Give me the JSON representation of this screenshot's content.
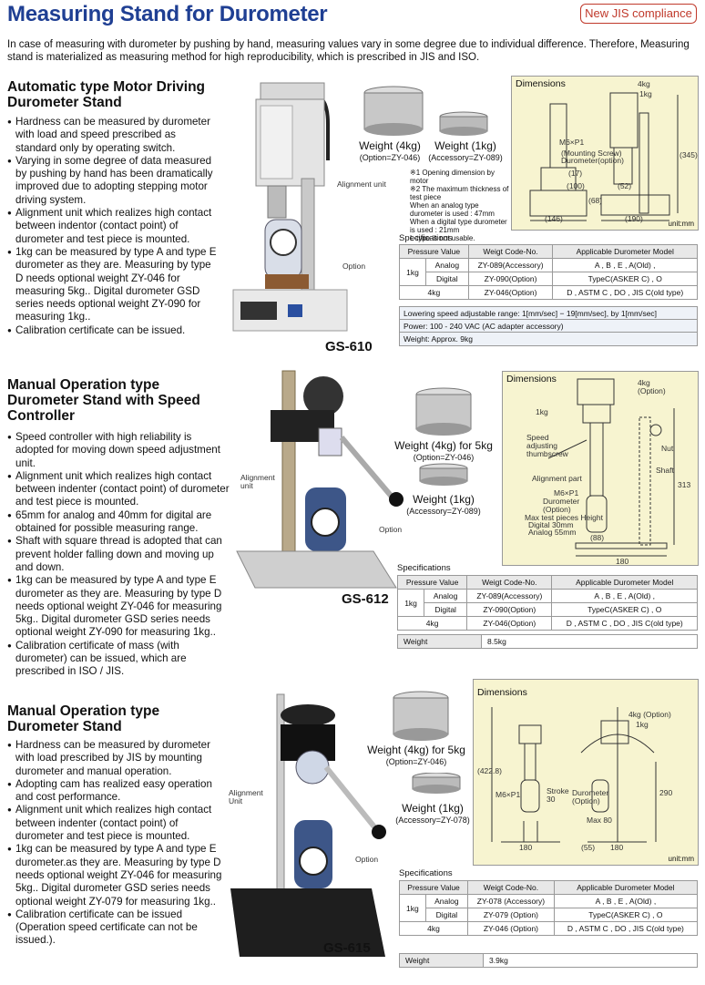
{
  "header": {
    "title": "Measuring Stand for Durometer",
    "badge": "New JIS compliance",
    "intro": "In case of measuring with durometer by pushing by hand, measuring values vary in some degree due to individual difference. Therefore, Measuring stand is materialized as measuring method for high reproducibility, which is prescribed in JIS and ISO."
  },
  "sections": [
    {
      "title": "Automatic type Motor Driving Durometer Stand",
      "model": "GS-610",
      "bullets": [
        "Hardness can be measured by durometer with load and speed prescribed as standard only by operating switch.",
        "Varying in some degree of data measured by pushing by hand has been dramatically improved due to adopting stepping motor driving system.",
        "Alignment unit which realizes high contact between indentor (contact point) of durometer and test piece is mounted.",
        "1kg can be measured by type A and type E durometer as they are. Measuring by type D needs optional weight ZY-046 for measuring 5kg.. Digital durometer GSD series needs optional weight ZY-090 for measuring 1kg..",
        "Calibration certificate can be issued."
      ],
      "weight_big": {
        "label": "Weight (4kg)",
        "sub": "(Option=ZY-046)"
      },
      "weight_small": {
        "label": "Weight (1kg)",
        "sub": "(Accessory=ZY-089)"
      },
      "callouts": {
        "align": "Alignment unit",
        "option": "Option"
      },
      "notes": [
        "※1 Opening dimension by motor",
        "※2 The maximum thickness of test piece",
        "When an analog type durometer is used : 47mm",
        "When a digital type durometer is used : 21mm",
        "L-type is not usable."
      ],
      "dims": {
        "title": "Dimensions",
        "unit": "unit:mm",
        "labels": [
          "4kg",
          "1kg",
          "M6×P1",
          "(Mounting Screw)",
          "Durometer(option)",
          "(17)",
          "(100)",
          "(68)",
          "(52)",
          "(345)",
          "(146)",
          "(190)"
        ]
      },
      "spec_label": "Specifications",
      "spec": {
        "headers": [
          "Pressure Value",
          "Weigt Code-No.",
          "Applicable Durometer Model"
        ],
        "rows": [
          {
            "load": "1kg",
            "type": "Analog",
            "code": "ZY-089(Accessory)",
            "model": "A , B , E , A(Old) ,"
          },
          {
            "type": "Digital",
            "code": "ZY-090(Option)",
            "model": "TypeC(ASKER C) , O"
          },
          {
            "load": "4kg",
            "code": "ZY-046(Option)",
            "model": "D , ASTM C , DO , JIS C(old type)"
          }
        ]
      },
      "extra": [
        "Lowering speed adjustable range: 1[mm/sec] − 19[mm/sec], by 1[mm/sec]",
        "Power: 100 - 240 VAC (AC adapter accessory)",
        "Weight: Approx. 9kg"
      ]
    },
    {
      "title": "Manual Operation type Durometer Stand with Speed Controller",
      "model": "GS-612",
      "bullets": [
        "Speed controller with high reliability is adopted for moving down speed adjustment unit.",
        "Alignment unit which realizes high contact between indenter (contact point) of durometer and test piece is mounted.",
        "65mm for analog and 40mm for digital are obtained for possible measuring range.",
        "Shaft with square thread is adopted that can prevent holder falling down and moving up and down.",
        "1kg can be measured by type A and type E durometer as they are. Measuring by type D needs optional weight ZY-046 for measuring 5kg.. Digital durometer GSD series needs optional weight ZY-090 for measuring 1kg..",
        "Calibration certificate of mass (with durometer) can be issued, which are prescribed in ISO / JIS."
      ],
      "weight_big": {
        "label": "Weight (4kg) for 5kg",
        "sub": "(Option=ZY-046)"
      },
      "weight_small": {
        "label": "Weight (1kg)",
        "sub": "(Accessory=ZY-089)"
      },
      "callouts": {
        "align": "Alignment unit",
        "option": "Option"
      },
      "dims": {
        "title": "Dimensions",
        "unit": "",
        "labels": [
          "4kg",
          "(Option)",
          "1kg",
          "Speed adjusting thumbscrew",
          "Nut",
          "Alignment part",
          "Shaft",
          "M6×P1",
          "Durometer (Option)",
          "Max test pieces Height",
          "Digital  30mm",
          "Analog  55mm",
          "(88)",
          "180",
          "313"
        ]
      },
      "spec_label": "Specifications",
      "spec": {
        "headers": [
          "Pressure Value",
          "Weigt Code-No.",
          "Applicable Durometer Model"
        ],
        "rows": [
          {
            "load": "1kg",
            "type": "Analog",
            "code": "ZY-089(Accessory)",
            "model": "A , B , E , A(Old) ,"
          },
          {
            "type": "Digital",
            "code": "ZY-090(Option)",
            "model": "TypeC(ASKER C) , O"
          },
          {
            "load": "4kg",
            "code": "ZY-046(Option)",
            "model": "D , ASTM C , DO , JIS C(old type)"
          }
        ]
      },
      "weight": {
        "label": "Weight",
        "value": "8.5kg"
      }
    },
    {
      "title": "Manual Operation type Durometer Stand",
      "model": "GS-615",
      "bullets": [
        "Hardness can be measured by durometer with load prescribed by JIS by mounting durometer and manual operation.",
        "Adopting cam has realized easy operation and cost performance.",
        "Alignment unit which realizes high contact between indenter (contact point) of durometer and test piece is mounted.",
        "1kg can be measured by type A and type E durometer.as they are. Measuring by type D needs optional weight ZY-046 for measuring 5kg.. Digital durometer GSD series needs optional weight ZY-079 for measuring 1kg..",
        "Calibration certificate can be issued (Operation speed certificate can not be issued.)."
      ],
      "weight_big": {
        "label": "Weight (4kg) for 5kg",
        "sub": "(Option=ZY-046)"
      },
      "weight_small": {
        "label": "Weight (1kg)",
        "sub": "(Accessory=ZY-078)"
      },
      "callouts": {
        "align": "Alignment Unit",
        "option": "Option"
      },
      "dims": {
        "title": "Dimensions",
        "unit": "unit:mm",
        "labels": [
          "4kg (Option)",
          "1kg",
          "(422.8)",
          "M6×P1",
          "Stroke 30",
          "Durometer (Option)",
          "Max 80",
          "290",
          "180",
          "(55)",
          "180"
        ]
      },
      "spec_label": "Specifications",
      "spec": {
        "headers": [
          "Pressure Value",
          "Weigt Code-No.",
          "Applicable Durometer Model"
        ],
        "rows": [
          {
            "load": "1kg",
            "type": "Analog",
            "code": "ZY-078 (Accessory)",
            "model": "A , B , E , A(Old) ,"
          },
          {
            "type": "Digital",
            "code": "ZY-079 (Option)",
            "model": "TypeC(ASKER C) , O"
          },
          {
            "load": "4kg",
            "code": "ZY-046 (Option)",
            "model": "D , ASTM C , DO , JIS C(old type)"
          }
        ]
      },
      "weight": {
        "label": "Weight",
        "value": "3.9kg"
      }
    }
  ]
}
